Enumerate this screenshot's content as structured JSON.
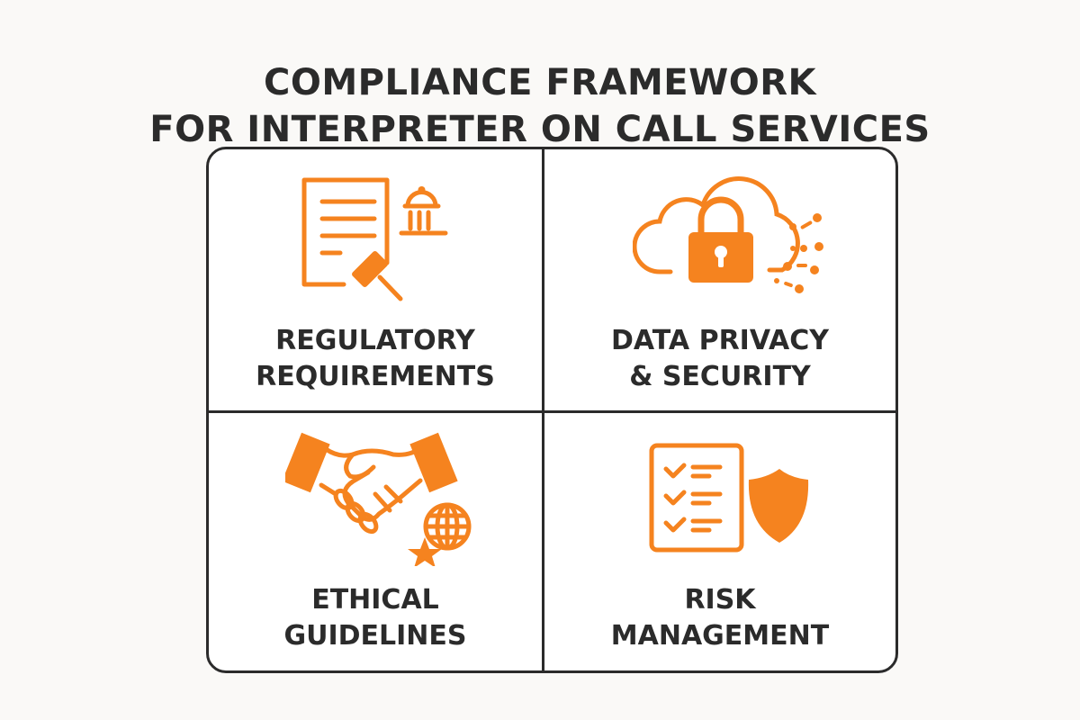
{
  "title": {
    "line1": "COMPLIANCE FRAMEWORK",
    "line2": "FOR INTERPRETER ON CALL SERVICES"
  },
  "colors": {
    "accent": "#F5831F",
    "text": "#2B2B2B",
    "background": "#FAF9F7",
    "border": "#2B2B2B"
  },
  "quadrants": [
    {
      "icon": "document-gavel-courthouse-icon",
      "line1": "REGULATORY",
      "line2": "REQUIREMENTS"
    },
    {
      "icon": "cloud-lock-data-icon",
      "line1": "DATA PRIVACY",
      "line2": "& SECURITY"
    },
    {
      "icon": "handshake-globe-star-icon",
      "line1": "ETHICAL",
      "line2": "GUIDELINES"
    },
    {
      "icon": "checklist-shield-icon",
      "line1": "RISK",
      "line2": "MANAGEMENT"
    }
  ]
}
